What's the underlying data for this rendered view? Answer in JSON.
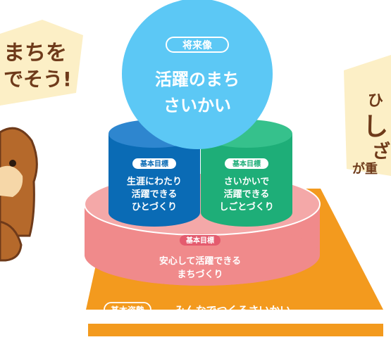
{
  "colors": {
    "orange": "#F39A1E",
    "sky": "#5CC8F5",
    "blue": "#0A6BB5",
    "green": "#1EAE78",
    "pink": "#F1898A",
    "cream": "#FCEFC6",
    "brown": "#6E3A1A",
    "white": "#FFFFFF"
  },
  "vision": {
    "tag": "将来像",
    "line1": "活躍のまち",
    "line2": "さいかい"
  },
  "goal_left": {
    "tag": "基本目標",
    "line1": "生涯にわたり",
    "line2": "活躍できる",
    "line3": "ひとづくり"
  },
  "goal_right": {
    "tag": "基本目標",
    "line1": "さいかいで",
    "line2": "活躍できる",
    "line3": "しごとづくり"
  },
  "goal_bottom": {
    "tag": "基本目標",
    "line1": "安心して活躍できる",
    "line2": "まちづくり"
  },
  "stance": {
    "tag": "基本姿勢",
    "text": "みんなでつくるさいかい"
  },
  "left_note": {
    "line1": "まちを",
    "line2": "でそう!"
  },
  "right_note": {
    "line1": "ひ",
    "line2": "し",
    "line3": "ざ",
    "line4": "が重"
  },
  "icons": [
    "cat-mascot-illustration"
  ]
}
